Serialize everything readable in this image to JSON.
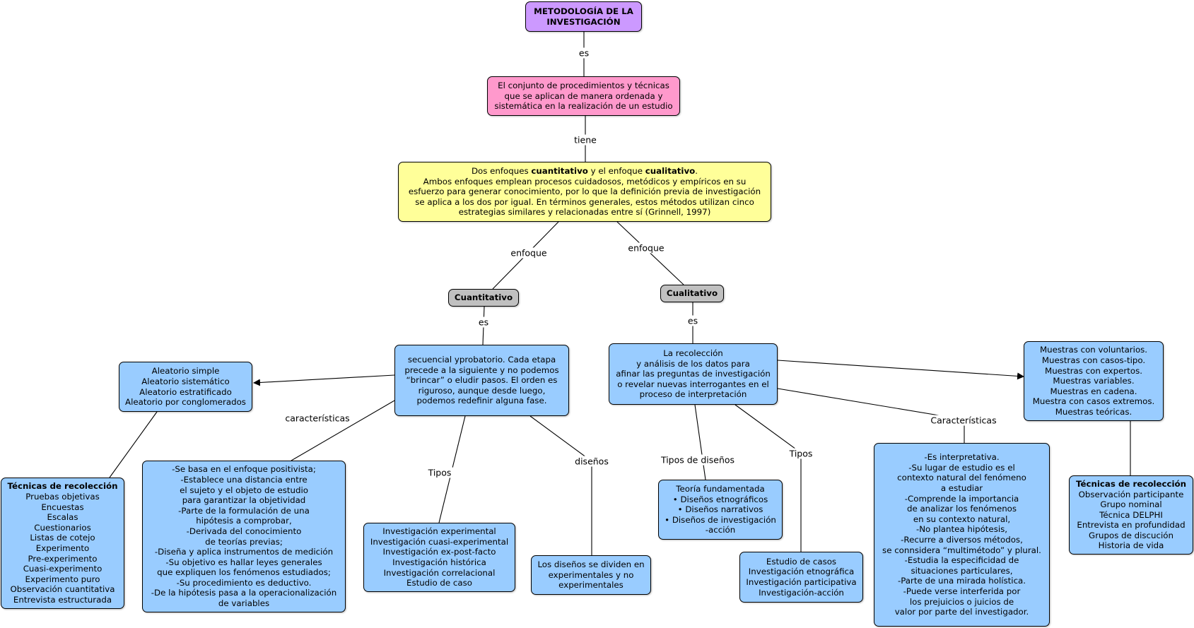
{
  "root": {
    "line1": "METODOLOGÍA DE LA",
    "line2": "INVESTIGACIÓN"
  },
  "definition": [
    "El conjunto de procedimientos y técnicas",
    "que se aplican de manera ordenada y",
    "sistemática en la realización de un estudio"
  ],
  "enfoques": {
    "l1_a": "Dos enfoques ",
    "l1_b": "cuantitativo",
    "l1_c": " y el enfoque ",
    "l1_d": "cualitativo",
    "l1_e": ".",
    "lines": [
      "Ambos enfoques emplean procesos cuidadosos, metódicos y empíricos en su",
      "esfuerzo para generar conocimiento, por lo que la definición previa de investigación",
      "se aplica a los dos por igual. En términos generales, estos métodos utilizan cinco",
      "estrategias similares y relacionadas entre sí (Grinnell, 1997)"
    ]
  },
  "cuantitativo": "Cuantitativo",
  "cualitativo": "Cualitativo",
  "secuencial": [
    "secuencial yprobatorio. Cada etapa",
    "precede a la siguiente y no podemos",
    "“brincar” o eludir pasos.   El orden es",
    "riguroso, aunque desde luego,",
    "podemos redefinir alguna fase."
  ],
  "muestreo_cuant": [
    "Aleatorio simple",
    "Aleatorio sistemático",
    "Aleatorio estratificado",
    "Aleatorio por conglomerados"
  ],
  "tecnicas_cuant": {
    "title": "Técnicas de recolección",
    "items": [
      "Pruebas objetivas",
      "Encuestas",
      "Escalas",
      "Cuestionarios",
      "Listas de cotejo",
      "Experimento",
      "Pre-experimento",
      "Cuasi-experimento",
      "Experimento puro",
      "Observación cuantitativa",
      "Entrevista estructurada"
    ]
  },
  "caracteristicas_cuant": [
    "-Se basa en el enfoque positivista;",
    "-Establece una distancia entre",
    "el sujeto y el objeto de estudio",
    "para garantizar la objetividad",
    "-Parte de la formulación de una",
    "hipótesis a comprobar,",
    "-Derivada del conocimiento",
    "de teorías previas;",
    "-Diseña y aplica instrumentos de medición",
    "-Su objetivo es hallar leyes generales",
    "que expliquen los fenómenos estudiados;",
    "-Su procedimiento es deductivo.",
    "-De la hipótesis pasa a la operacionalización",
    "de variables"
  ],
  "tipos_cuant": [
    "Investigación experimental",
    "Investigación cuasi-experimental",
    "Investigación ex-post-facto",
    "Investigación histórica",
    "Investigación correlacional",
    "Estudio de caso"
  ],
  "disenos_cuant": [
    "Los diseños se dividen en",
    "experimentales y no",
    "experimentales"
  ],
  "recoleccion": [
    "La recolección",
    "y análisis de los datos para",
    "afinar las preguntas de investigación",
    "o revelar nuevas interrogantes en el",
    "proceso de interpretación"
  ],
  "disenos_cual": [
    "Teoría fundamentada",
    "• Diseños etnográficos",
    "• Diseños narrativos",
    "• Diseños de investigación",
    "-acción"
  ],
  "tipos_cual": [
    "Estudio de casos",
    "Investigación etnográfica",
    "Investigación participativa",
    "Investigación-acción"
  ],
  "caracteristicas_cual": [
    "-Es interpretativa.",
    "-Su lugar de estudio es el",
    "contexto natural del fenómeno",
    "a estudiar",
    "-Comprende la importancia",
    "de analizar los fenómenos",
    "en su contexto natural,",
    "-No plantea hipótesis,",
    "-Recurre a diversos métodos,",
    "se connsidera “multimétodo” y plural.",
    "-Estudia la especificidad de",
    "situaciones particulares,",
    "-Parte de una mirada holística.",
    "-Puede verse interferida por",
    "los prejuicios o juicios de",
    "valor por parte del investigador."
  ],
  "muestras_cual": [
    "Muestras con voluntarios.",
    "Muestras con casos-tipo.",
    "Muestras con expertos.",
    "Muestras variables.",
    "Muestras en cadena.",
    "Muestra con casos extremos.",
    "Muestras teóricas."
  ],
  "tecnicas_cual": {
    "title": "Técnicas de recolección",
    "items": [
      "Observación participante",
      "Grupo nominal",
      "Técnica DELPHI",
      "Entrevista en profundidad",
      "Grupos de discución",
      "Historia de vida"
    ]
  },
  "labels": {
    "es1": "es",
    "tiene": "tiene",
    "enfoque1": "enfoque",
    "enfoque2": "enfoque",
    "es2": "es",
    "es3": "es",
    "caracteristicas1": "características",
    "tipos1": "Tipos",
    "disenos1": "diseños",
    "tipos_disenos": "Tipos de diseños",
    "tipos2": "Tipos",
    "caracteristicas2": "Características"
  },
  "colors": {
    "root": "#cc99ff",
    "definition": "#ff99cc",
    "enfoques": "#ffff99",
    "approach": "#c0c0c0",
    "detail": "#99ccff"
  }
}
